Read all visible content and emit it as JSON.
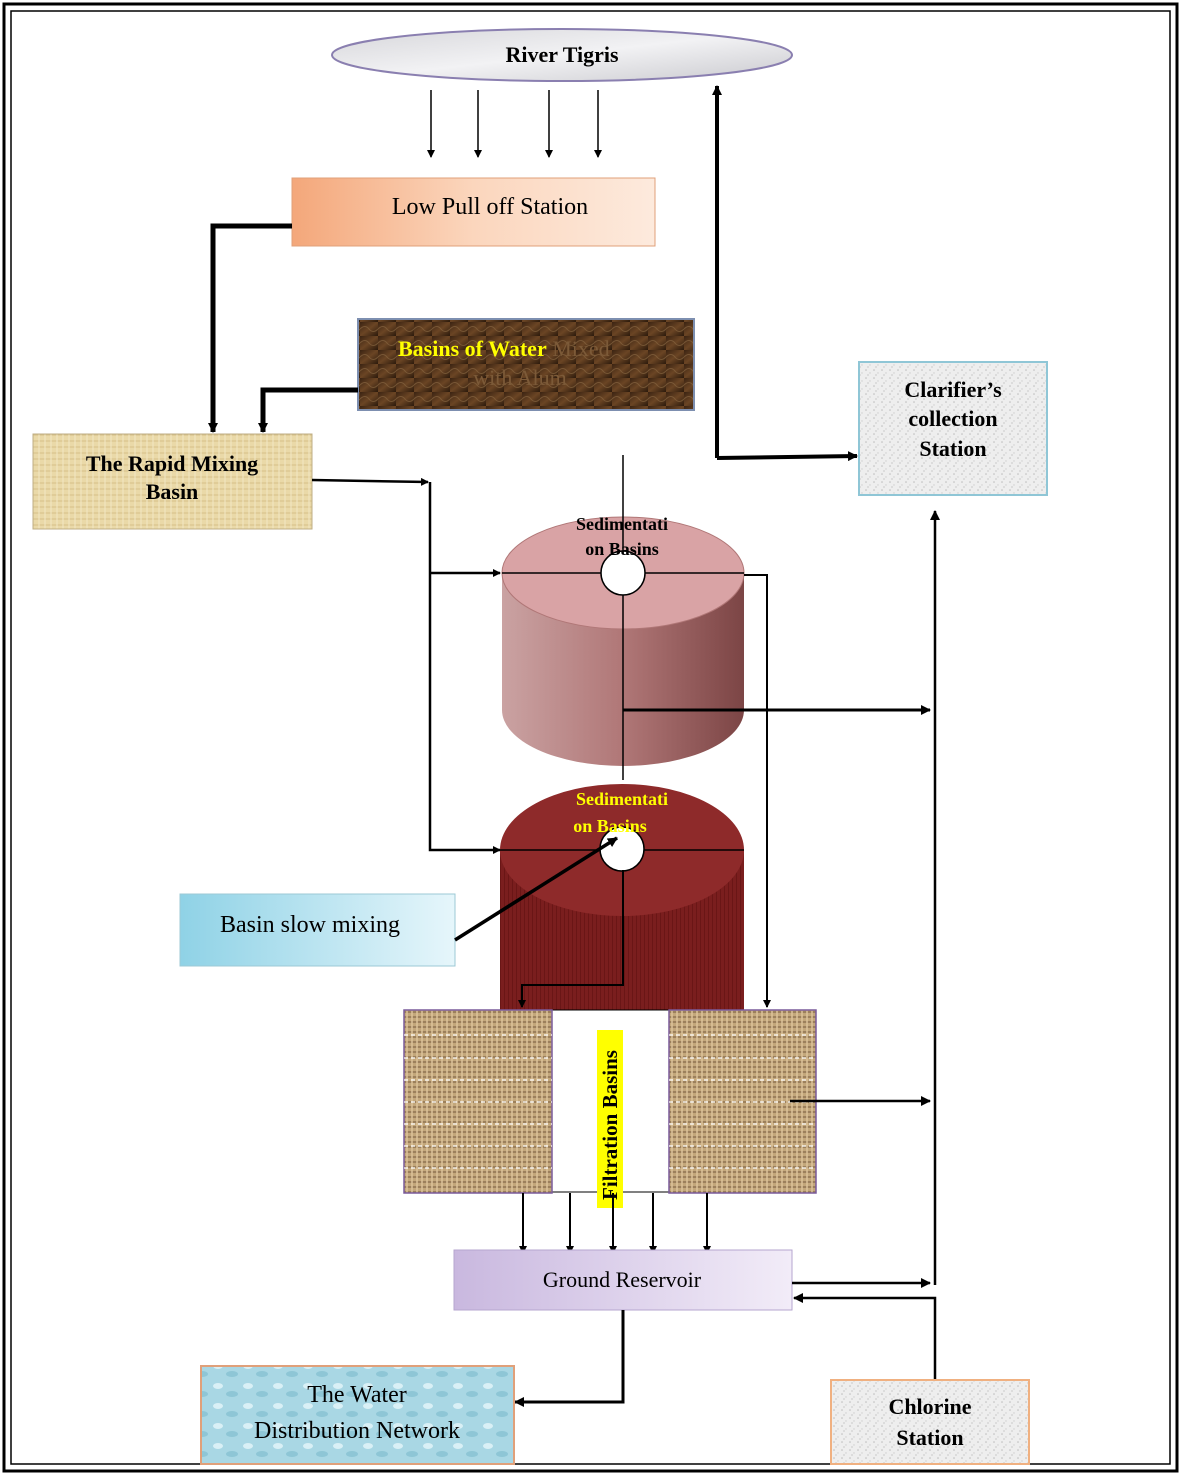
{
  "diagram": {
    "river": "River Tigris",
    "low_pull": "Low Pull off Station",
    "alum": {
      "line1_hl": "Basins of Water",
      "line1_rest": " Mixed",
      "line2": "with Alum"
    },
    "rapid": {
      "line1": "The Rapid Mixing",
      "line2": "Basin"
    },
    "clarifier": {
      "line1": "Clarifier’s",
      "line2": "collection",
      "line3": "Station"
    },
    "sed_top": {
      "line1": "Sedimentati",
      "line2": "on Basins"
    },
    "sed_bottom": {
      "line1": "Sedimentati",
      "line2": "on Basins"
    },
    "slow_mixing": "Basin slow mixing",
    "filtration": "Filtration Basins",
    "ground_reservoir": "Ground Reservoir",
    "distribution": {
      "line1": "The Water",
      "line2": "Distribution Network"
    },
    "chlorine": {
      "line1": "Chlorine",
      "line2": "Station"
    }
  },
  "colors": {
    "highlight_yellow": "#ffff00",
    "sediment_top": "#d89ea0",
    "sediment_bottom": "#8a2424",
    "lowpull": "#f6c9a8",
    "reservoir": "#cfc0e2",
    "slow_mixing": "#b5e2ee"
  }
}
